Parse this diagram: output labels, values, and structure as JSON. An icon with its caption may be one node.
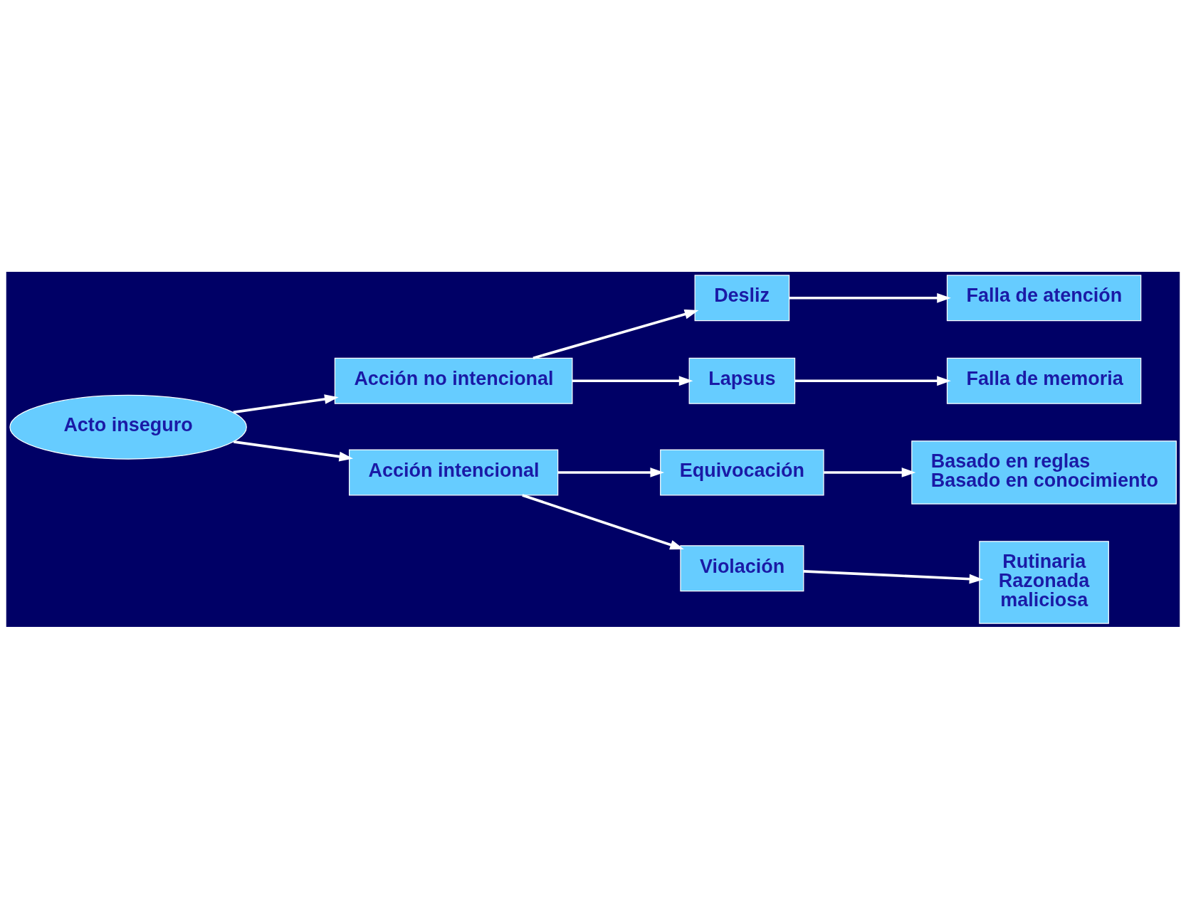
{
  "diagram": {
    "nodes": [
      {
        "text": [
          "Acto inseguro"
        ]
      },
      {
        "text": [
          "Acción no intencional"
        ]
      },
      {
        "text": [
          "Acción intencional"
        ]
      },
      {
        "text": [
          "Desliz"
        ]
      },
      {
        "text": [
          "Lapsus"
        ]
      },
      {
        "text": [
          "Equivocación"
        ]
      },
      {
        "text": [
          "Violación"
        ]
      },
      {
        "text": [
          "Falla de atención"
        ]
      },
      {
        "text": [
          "Falla de memoria"
        ]
      },
      {
        "text": [
          "Basado en reglas",
          "Basado en conocimiento"
        ]
      },
      {
        "text": [
          "Rutinaria",
          "Razonada",
          "maliciosa"
        ]
      }
    ],
    "edges": [
      {
        "from": 0,
        "to": 1,
        "arrow": "to"
      },
      {
        "from": 0,
        "to": 2,
        "arrow": "to"
      },
      {
        "from": 1,
        "to": 3,
        "arrow": "to"
      },
      {
        "from": 1,
        "to": 4,
        "arrow": "to"
      },
      {
        "from": 2,
        "to": 5,
        "arrow": "to"
      },
      {
        "from": 2,
        "to": 6,
        "arrow": "to"
      },
      {
        "from": 3,
        "to": 7,
        "arrow": "to"
      },
      {
        "from": 4,
        "to": 8,
        "arrow": "to"
      },
      {
        "from": 5,
        "to": 9,
        "arrow": "to"
      },
      {
        "from": 6,
        "to": 10,
        "arrow": "to"
      }
    ]
  }
}
